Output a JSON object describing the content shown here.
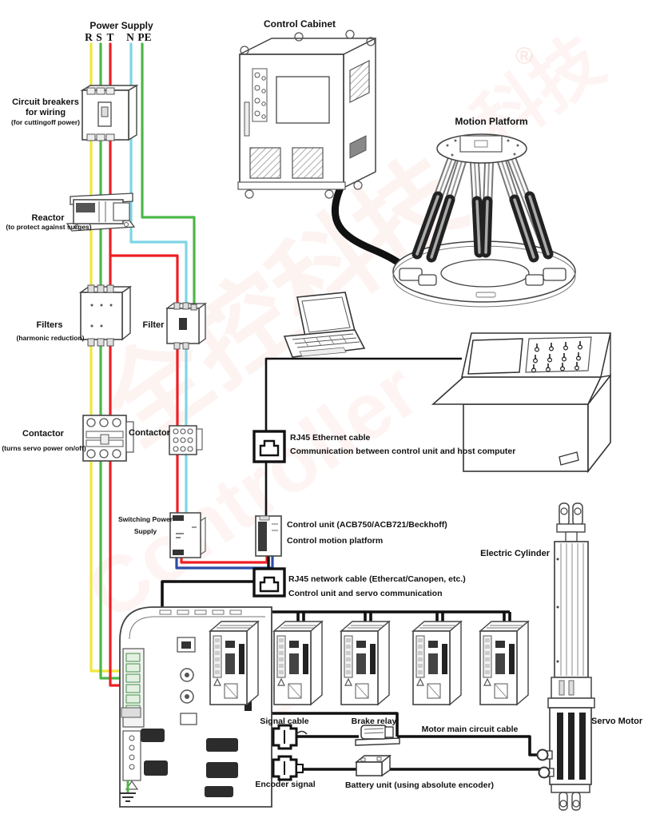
{
  "labels": {
    "power_supply": "Power Supply",
    "phase_r": "R",
    "phase_s": "S",
    "phase_t": "T",
    "neutral_n": "N",
    "earth_pe": "PE",
    "circuit_breakers_1": "Circuit breakers",
    "circuit_breakers_2": "for wiring",
    "circuit_breakers_note": "(for cuttingoff power)",
    "reactor": "Reactor",
    "reactor_note": "(to protect against surges)",
    "filters": "Filters",
    "filters_note": "(harmonic reduction)",
    "filter2": "Filter",
    "contactor1": "Contactor",
    "contactor1_note": "(turns servo power on/off)",
    "contactor2": "Contactor",
    "sps_1": "Switching Power",
    "sps_2": "Supply",
    "control_cabinet": "Control Cabinet",
    "motion_platform": "Motion Platform",
    "control_unit_1": "Control unit (ACB750/ACB721/Beckhoff)",
    "control_unit_2": "Control motion platform",
    "rj45_eth_1": "RJ45 Ethernet cable",
    "rj45_eth_2": "Communication between control unit and host computer",
    "rj45_net_1": "RJ45 network cable (Ethercat/Canopen, etc.)",
    "rj45_net_2": "Control unit and servo communication",
    "electric_cylinder": "Electric Cylinder",
    "servo_motor": "Servo Motor",
    "signal_cable": "Signal cable",
    "brake_relay": "Brake relay",
    "motor_main": "Motor main circuit cable",
    "encoder_signal": "Encoder signal",
    "battery_unit": "Battery unit (using absolute encoder)"
  },
  "colors": {
    "wire_yellow": "#f0e73c",
    "wire_green": "#4db748",
    "wire_red": "#ed1f24",
    "wire_cyan": "#7ed5e6",
    "wire_pe_green": "#4db748",
    "dc_red": "#ed1f24",
    "dc_blue": "#2b4da6",
    "cable_black": "#111111",
    "watermark": "#e2442c"
  },
  "watermark": {
    "cjk": "全控科技",
    "cjk_part": "科技",
    "cjk_part2": "全控",
    "latin": "Controller",
    "registered": "®"
  }
}
